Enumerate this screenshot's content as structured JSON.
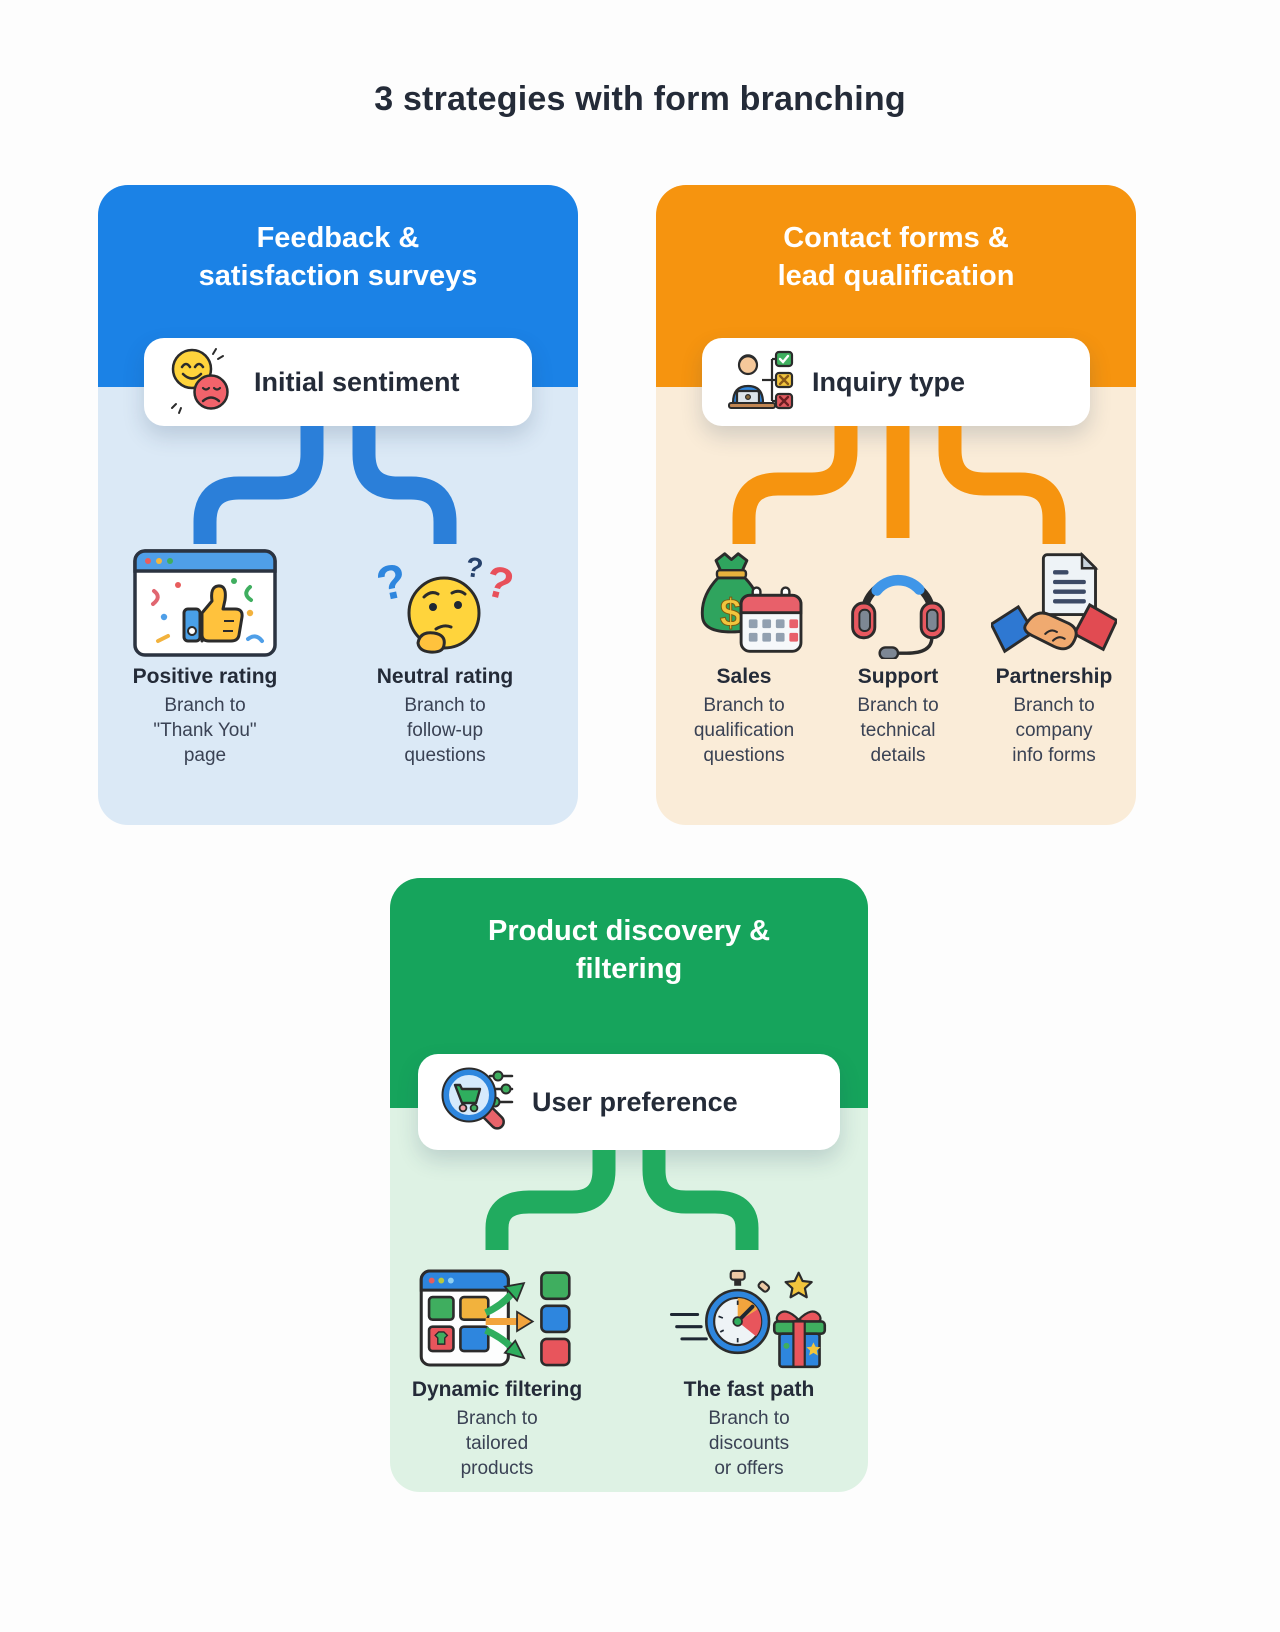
{
  "page": {
    "title": "3 strategies with form branching",
    "background": "#fdfdfd",
    "text_color": "#242b38"
  },
  "cards": [
    {
      "id": "feedback-surveys",
      "title": "Feedback &\nsatisfaction surveys",
      "accent": "#1b82e6",
      "body_background": "#dbe9f6",
      "connector_color": "#2b7fd9",
      "pill": {
        "label": "Initial sentiment",
        "icon": "sentiment-faces-icon"
      },
      "branches": [
        {
          "label": "Positive rating",
          "description": "Branch to\n\"Thank You\"\npage",
          "icon": "thumbs-up-browser-icon"
        },
        {
          "label": "Neutral rating",
          "description": "Branch to\nfollow-up\nquestions",
          "icon": "thinking-face-icon"
        }
      ]
    },
    {
      "id": "contact-lead-qualification",
      "title": "Contact forms &\nlead qualification",
      "accent": "#f6940f",
      "body_background": "#faecd8",
      "connector_color": "#f6940f",
      "pill": {
        "label": "Inquiry type",
        "icon": "person-flowchart-icon"
      },
      "branches": [
        {
          "label": "Sales",
          "description": "Branch to\nqualification\nquestions",
          "icon": "money-bag-calendar-icon"
        },
        {
          "label": "Support",
          "description": "Branch to\ntechnical\ndetails",
          "icon": "headset-icon"
        },
        {
          "label": "Partnership",
          "description": "Branch to\ncompany\ninfo forms",
          "icon": "handshake-document-icon"
        }
      ]
    },
    {
      "id": "product-discovery",
      "title": "Product discovery &\nfiltering",
      "accent": "#16a45c",
      "body_background": "#def2e4",
      "connector_color": "#21ab5f",
      "pill": {
        "label": "User preference",
        "icon": "search-cart-filter-icon"
      },
      "branches": [
        {
          "label": "Dynamic filtering",
          "description": "Branch to\ntailored\nproducts",
          "icon": "dynamic-filtering-icon"
        },
        {
          "label": "The fast path",
          "description": "Branch to\ndiscounts\nor offers",
          "icon": "stopwatch-gift-icon"
        }
      ]
    }
  ]
}
